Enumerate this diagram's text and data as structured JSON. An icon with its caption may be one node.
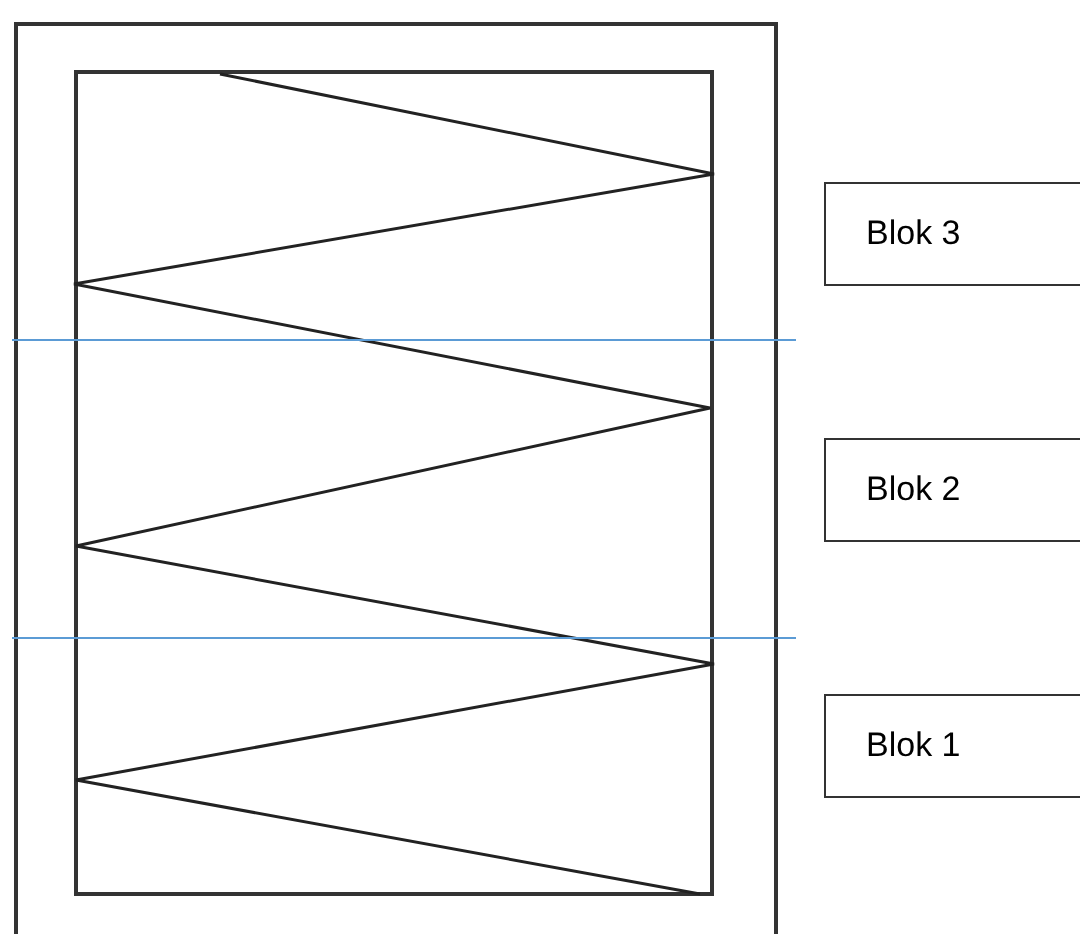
{
  "diagram": {
    "nodes": [
      {
        "text": [
          "Blok 3"
        ]
      },
      {
        "text": [
          "Blok 2"
        ]
      },
      {
        "text": [
          "Blok 1"
        ]
      }
    ]
  }
}
